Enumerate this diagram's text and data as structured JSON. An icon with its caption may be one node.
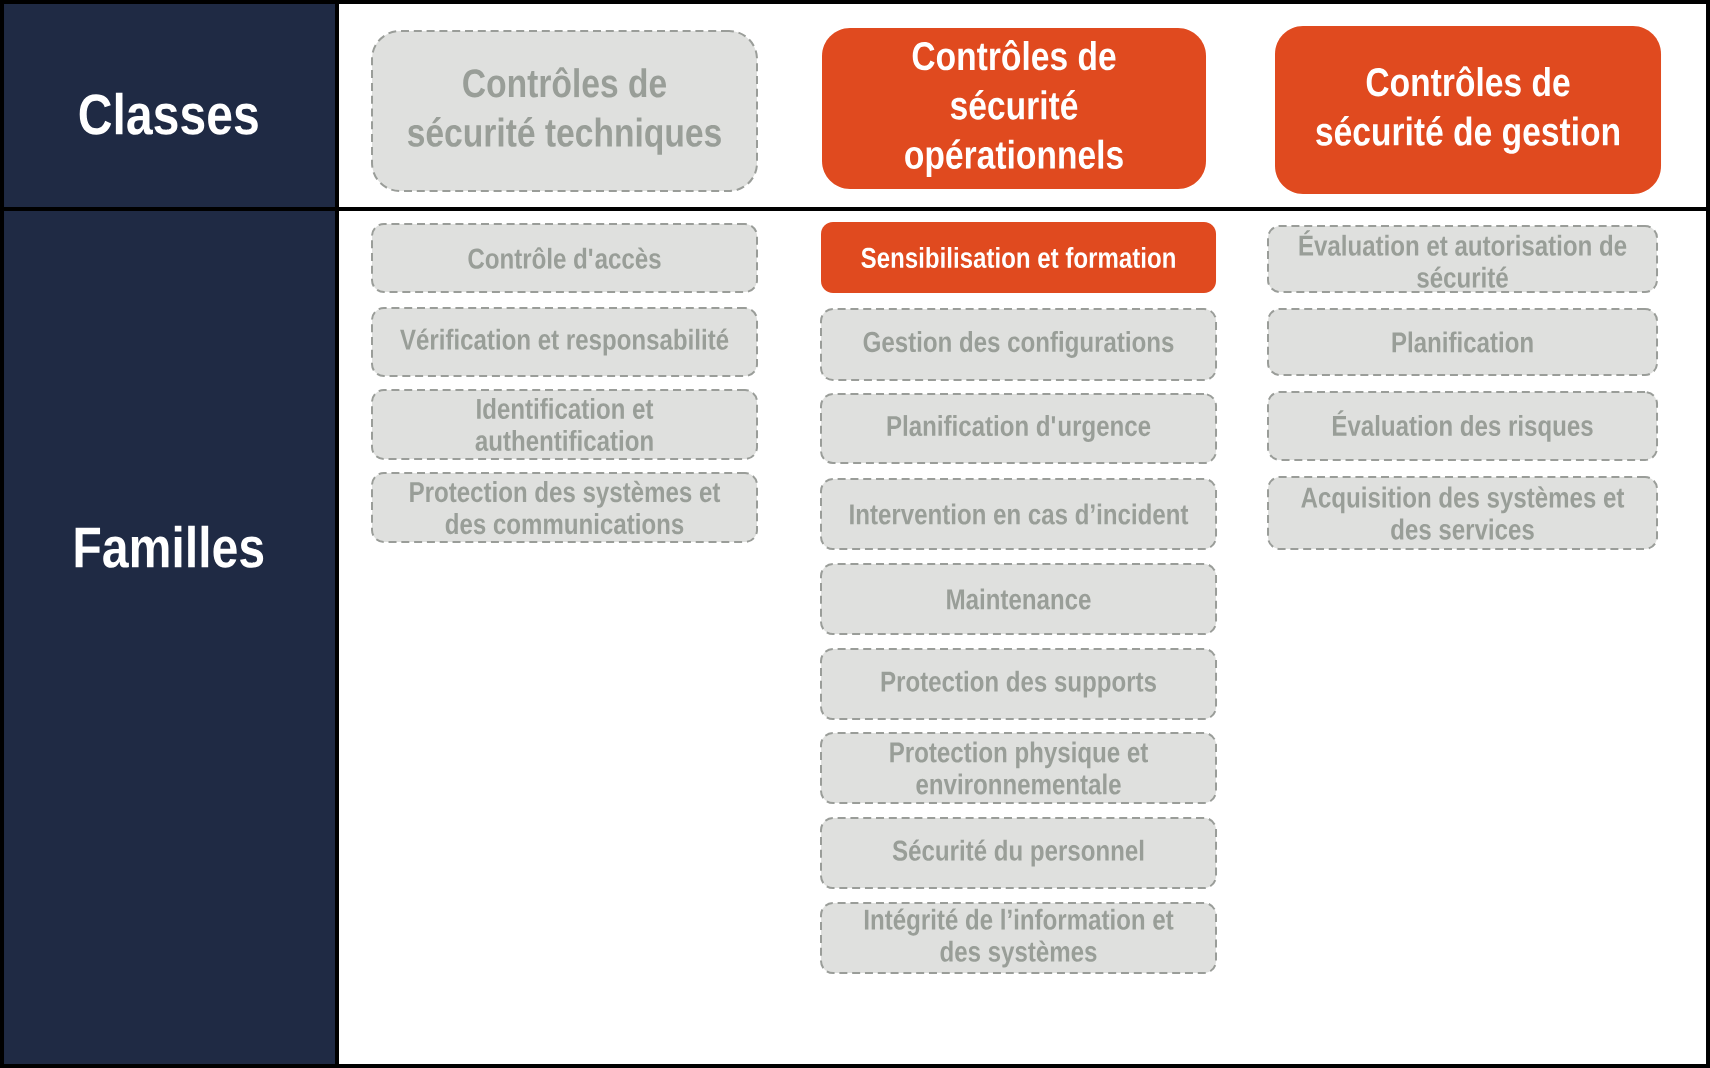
{
  "diagram": {
    "nodes": [
      {
        "text": [
          "Classes"
        ]
      },
      {
        "text": [
          "Contrôles de sécurité techniques"
        ]
      },
      {
        "text": [
          "Contrôles de sécurité opérationnels"
        ]
      },
      {
        "text": [
          "Contrôles de sécurité de gestion"
        ]
      },
      {
        "text": [
          "Familles"
        ]
      },
      {
        "text": [
          "Contrôle d'accès"
        ]
      },
      {
        "text": [
          "Vérification et responsabilité"
        ]
      },
      {
        "text": [
          "Identification et authentification"
        ]
      },
      {
        "text": [
          "Protection des systèmes et des communications"
        ]
      },
      {
        "text": [
          "Sensibilisation et formation"
        ]
      },
      {
        "text": [
          "Gestion des configurations"
        ]
      },
      {
        "text": [
          "Planification d'urgence"
        ]
      },
      {
        "text": [
          "Intervention en cas d’incident"
        ]
      },
      {
        "text": [
          "Maintenance"
        ]
      },
      {
        "text": [
          "Protection des supports"
        ]
      },
      {
        "text": [
          "Protection physique et environnementale"
        ]
      },
      {
        "text": [
          "Sécurité du personnel"
        ]
      },
      {
        "text": [
          "Intégrité de l’information et des systèmes"
        ]
      },
      {
        "text": [
          "Évaluation et autorisation de sécurité"
        ]
      },
      {
        "text": [
          "Planification"
        ]
      },
      {
        "text": [
          "Évaluation des risques"
        ]
      },
      {
        "text": [
          "Acquisition des systèmes et des services"
        ]
      }
    ]
  }
}
